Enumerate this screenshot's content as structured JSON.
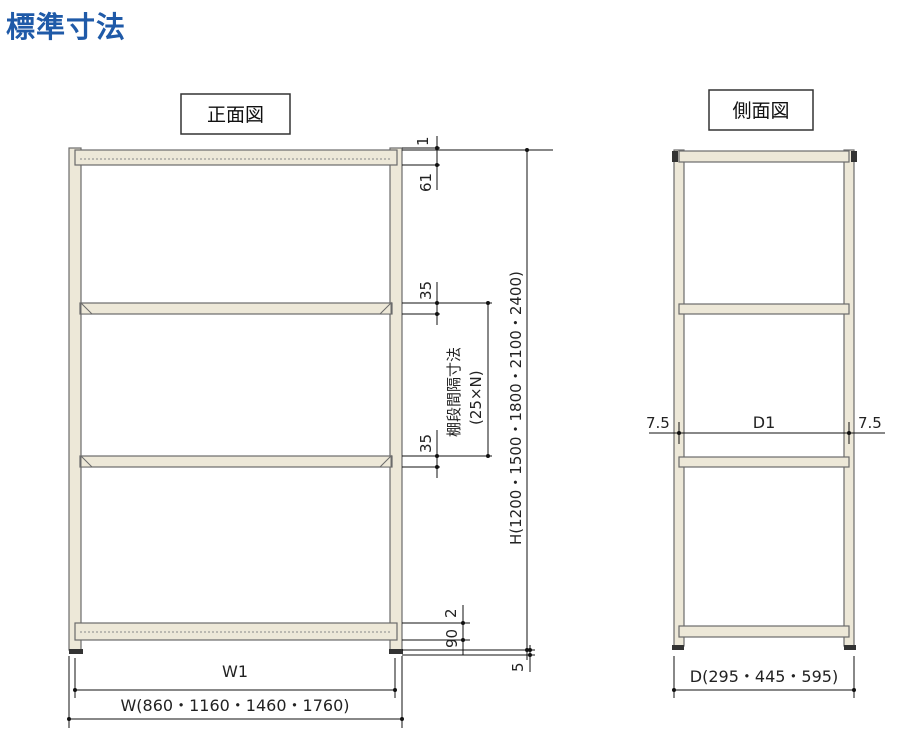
{
  "page": {
    "title": "標準寸法"
  },
  "front": {
    "label": "正面図",
    "dims": {
      "top_gap": "1",
      "top_beam": "61",
      "shelf_clear_top": "35",
      "shelf_clear_bottom": "35",
      "pitch_note": "棚段間隔寸法",
      "pitch_value": "(25×N)",
      "height": "H(1200・1500・1800・2100・2400)",
      "bottom_gap": "2",
      "bottom_beam": "90",
      "foot": "5",
      "inner_width": "W1",
      "width": "W(860・1160・1460・1760)"
    }
  },
  "side": {
    "label": "側面図",
    "dims": {
      "left_margin": "7.5",
      "inner_depth": "D1",
      "right_margin": "7.5",
      "depth": "D(295・445・595)"
    }
  },
  "colors": {
    "title": "#1f5aa8",
    "frame": "#ede8d8",
    "frame_stroke": "#6b6b6b"
  }
}
